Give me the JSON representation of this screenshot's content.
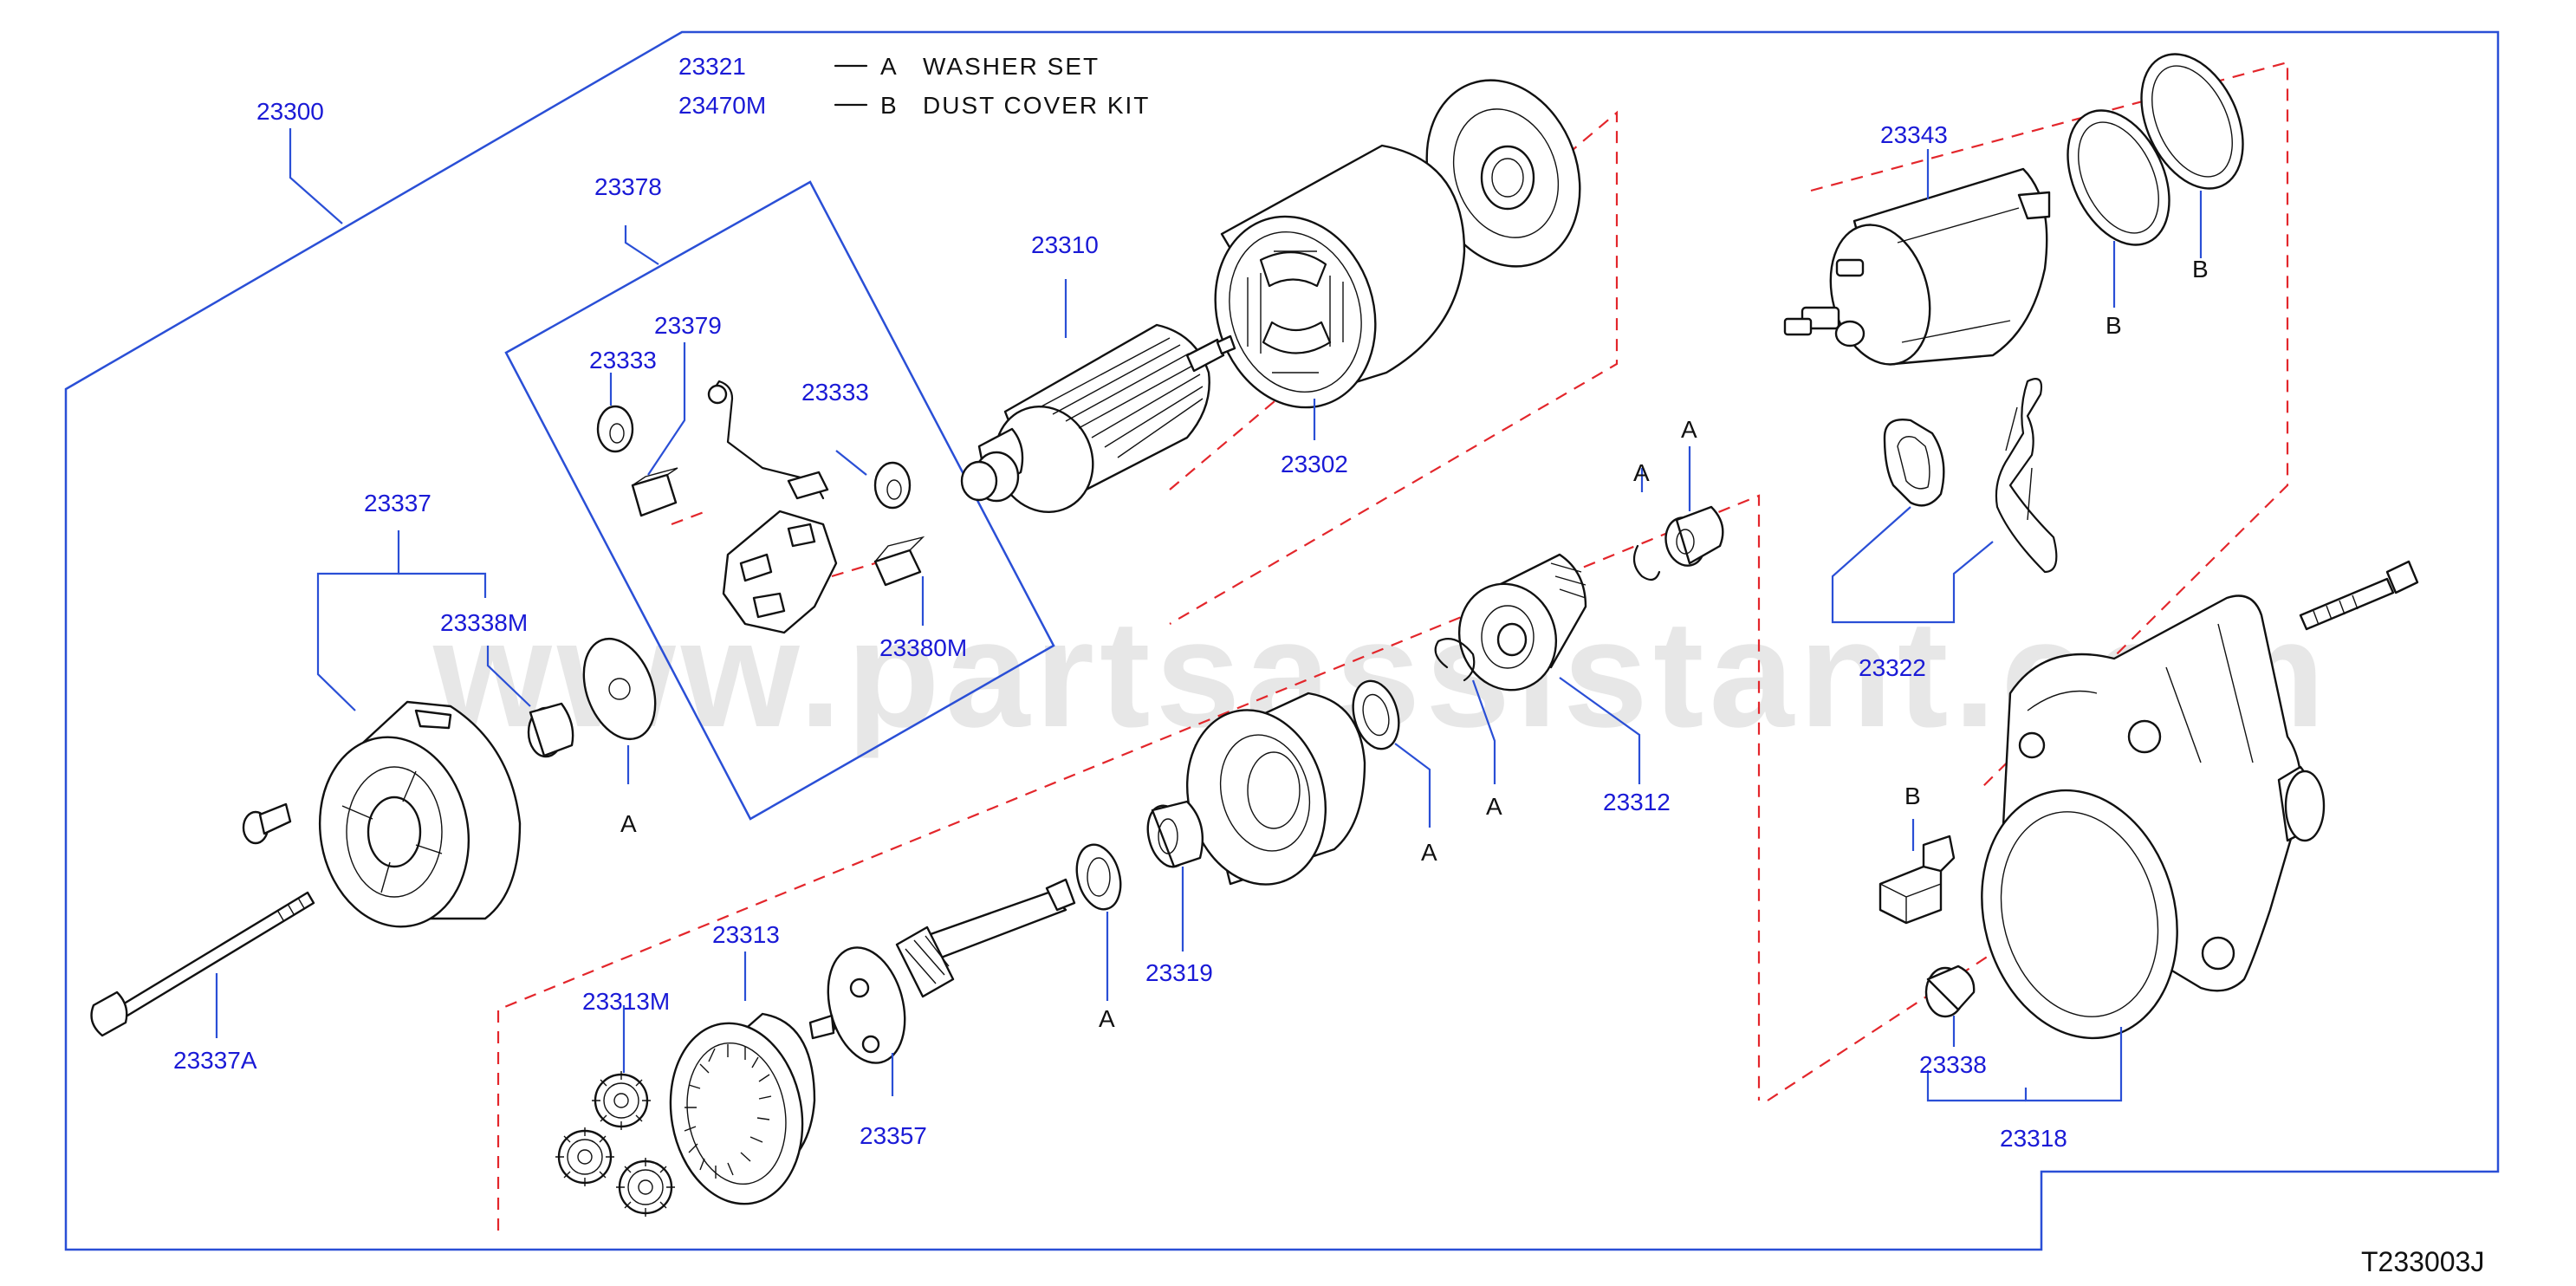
{
  "diagram": {
    "legend": [
      {
        "part_no": "23321",
        "key": "A",
        "description": "WASHER  SET"
      },
      {
        "part_no": "23470M",
        "key": "B",
        "description": "DUST  COVER  KIT"
      }
    ],
    "watermark": "www.partsassistant.com",
    "figure_code": "T233003J",
    "colors": {
      "part_number": "#1a1ad6",
      "frame_line": "#2a4fd6",
      "dashed_boundary": "#e3262b",
      "drawing": "#111111"
    },
    "labels": {
      "p23300": "23300",
      "p23378": "23378",
      "p23379": "23379",
      "p23333a": "23333",
      "p23333b": "23333",
      "p23380m": "23380M",
      "p23310": "23310",
      "p23302": "23302",
      "p23343": "23343",
      "p23337": "23337",
      "p23338m": "23338M",
      "p23337a": "23337A",
      "p23313": "23313",
      "p23313m": "23313M",
      "p23357": "23357",
      "p23319": "23319",
      "p23312": "23312",
      "p23322": "23322",
      "p23338": "23338",
      "p23318": "23318"
    },
    "keys": {
      "k1": "A",
      "k2": "A",
      "k3": "A",
      "k4": "A",
      "k5": "A",
      "k6": "A",
      "b1": "B",
      "b2": "B",
      "b3": "B"
    }
  }
}
